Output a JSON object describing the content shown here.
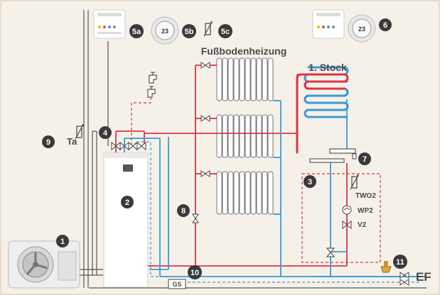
{
  "labels": {
    "floor_heating": "Fußbodenheizung",
    "first_floor": "1. Stock",
    "ta": "Ta",
    "two2": "TWO2",
    "wp2": "WP2",
    "v2": "V2",
    "gs": "GS",
    "ef": "EF"
  },
  "markers": [
    "1",
    "2",
    "3",
    "4",
    "5a",
    "5b",
    "5c",
    "6",
    "7",
    "8",
    "9",
    "10",
    "11"
  ],
  "controller_display": "23",
  "colors": {
    "background": "#f6f1e8",
    "supply_red": "#d9344a",
    "return_blue": "#3a9ad9",
    "marker": "#3a3a3a",
    "outline": "#555555"
  }
}
